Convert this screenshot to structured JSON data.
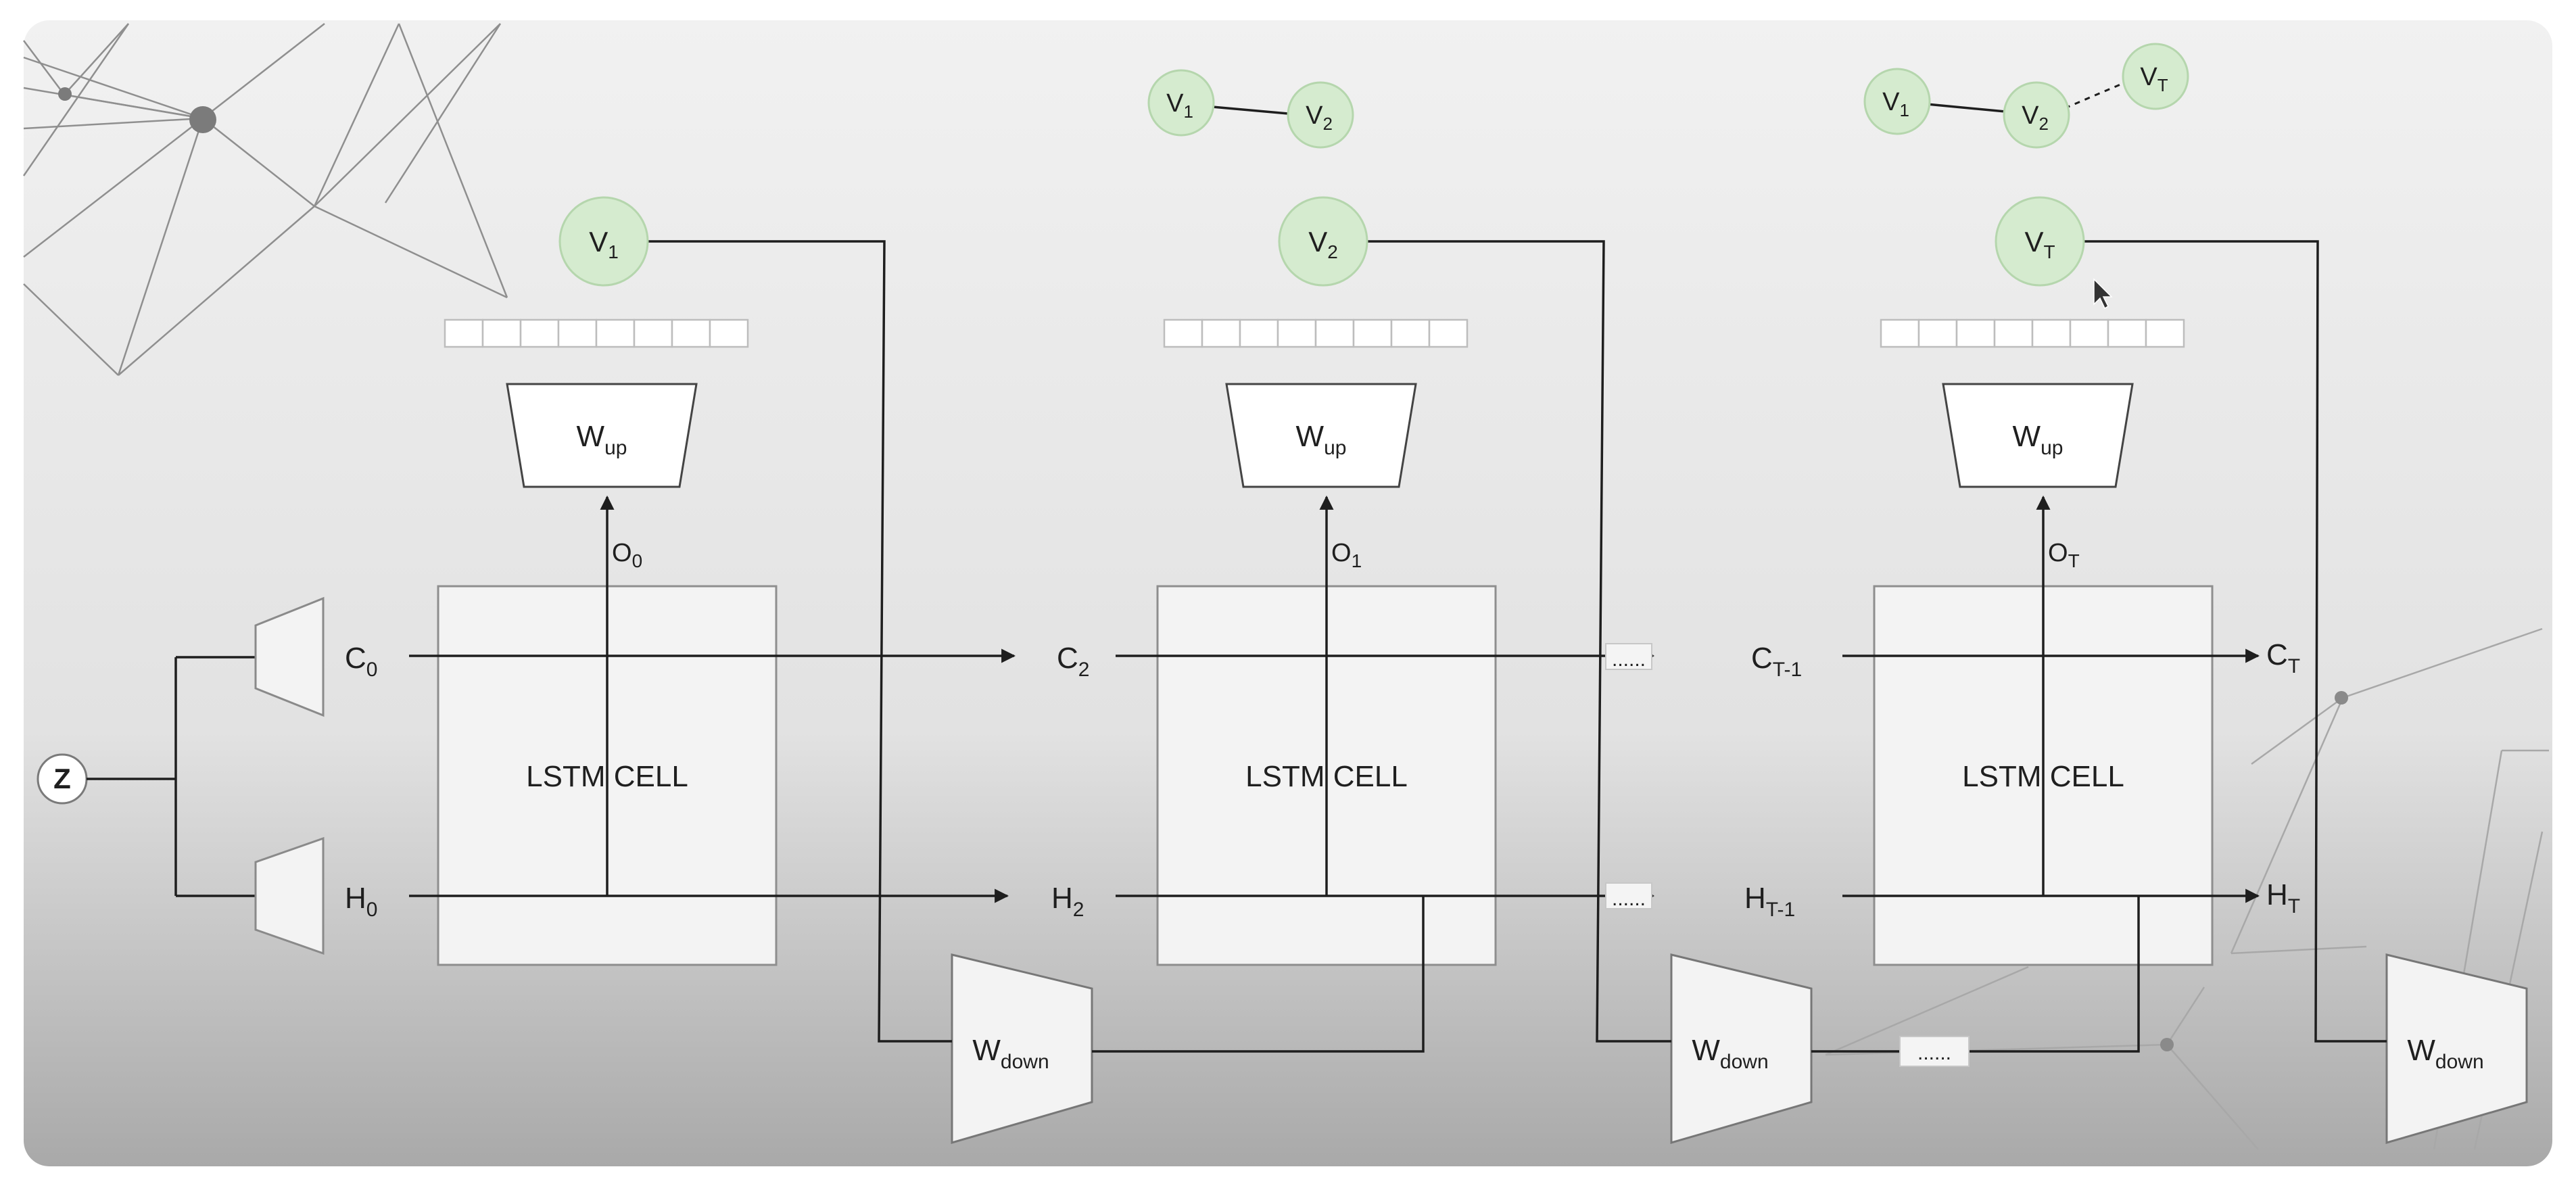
{
  "input_node": "Z",
  "lstm_cell_label": "LSTM CELL",
  "w_up": {
    "main": "W",
    "sub": "up"
  },
  "w_down": {
    "main": "W",
    "sub": "down"
  },
  "ellipsis": "......",
  "steps": [
    {
      "v": {
        "main": "V",
        "sub": "1"
      },
      "o": {
        "main": "O",
        "sub": "0"
      },
      "c_in": {
        "main": "C",
        "sub": "0"
      },
      "h_in": {
        "main": "H",
        "sub": "0"
      }
    },
    {
      "v": {
        "main": "V",
        "sub": "2"
      },
      "o": {
        "main": "O",
        "sub": "1"
      },
      "c_in": {
        "main": "C",
        "sub": "2"
      },
      "h_in": {
        "main": "H",
        "sub": "2"
      }
    },
    {
      "v": {
        "main": "V",
        "sub": "T"
      },
      "o": {
        "main": "O",
        "sub": "T"
      },
      "c_in": {
        "main": "C",
        "sub": "T-1"
      },
      "h_in": {
        "main": "H",
        "sub": "T-1"
      }
    }
  ],
  "c_out": {
    "main": "C",
    "sub": "T"
  },
  "h_out": {
    "main": "H",
    "sub": "T"
  },
  "sequences": [
    [
      {
        "main": "V",
        "sub": "1"
      },
      {
        "main": "V",
        "sub": "2"
      }
    ],
    [
      {
        "main": "V",
        "sub": "1"
      },
      {
        "main": "V",
        "sub": "2"
      },
      {
        "main": "V",
        "sub": "T"
      }
    ]
  ],
  "colors": {
    "node_fill": "#d5ebcf",
    "node_stroke": "#b5d6ad",
    "box_fill": "#f2f2f2",
    "wire": "#1e1e1e"
  }
}
